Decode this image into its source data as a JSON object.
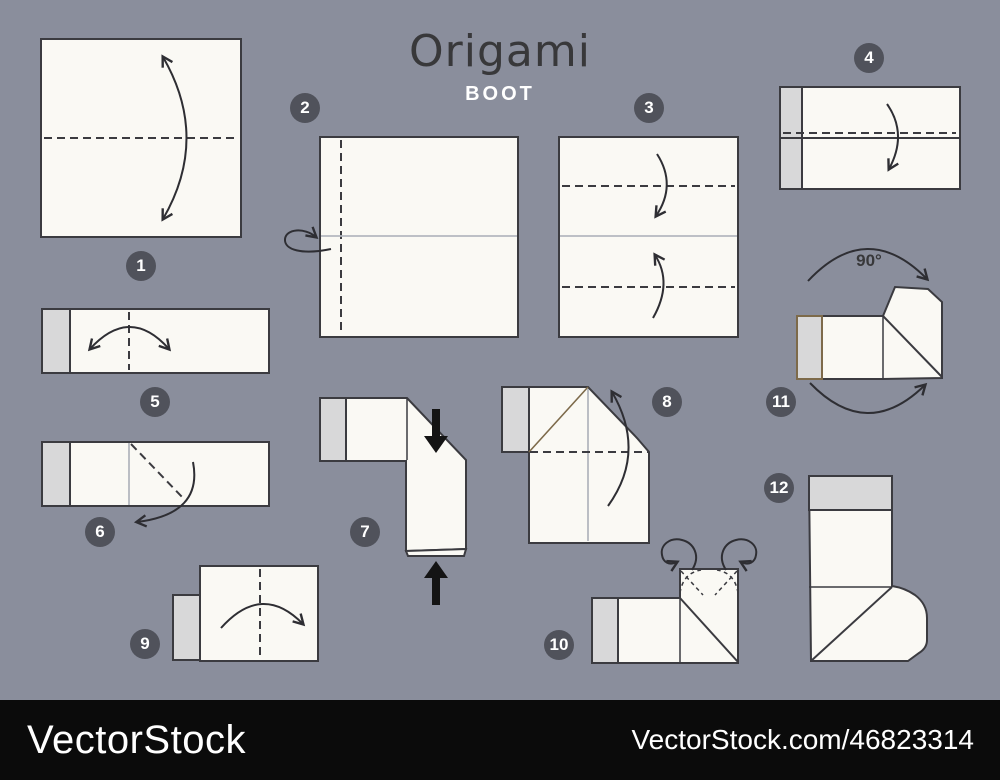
{
  "title": "Origami",
  "subtitle": "BOOT",
  "rotation_label": "90°",
  "step_numbers": [
    "1",
    "2",
    "3",
    "4",
    "5",
    "6",
    "7",
    "8",
    "9",
    "10",
    "11",
    "12"
  ],
  "watermark": {
    "brand": "VectorStock",
    "attribution": "VectorStock.com/46823314"
  },
  "colors": {
    "background": "#8a8e9c",
    "paper": "#faf9f4",
    "shade": "#d8d8d9",
    "outline": "#3b3b40",
    "crease": "#b4b8bf",
    "arrow": "#2e2e33",
    "accent_brown": "#7d6a4a",
    "badge_bg": "#50525b",
    "badge_text": "#ffffff",
    "title_color": "#38383a",
    "subtitle_color": "#ffffff",
    "footer_bg": "#0b0b0b"
  }
}
